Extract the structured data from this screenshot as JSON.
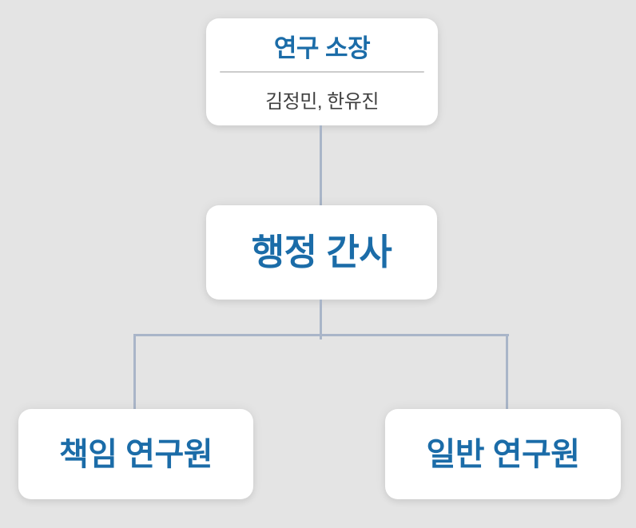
{
  "colors": {
    "background": "#e4e4e4",
    "box_bg": "#ffffff",
    "title_blue": "#1b6ca8",
    "connector": "#a9b5c8",
    "divider": "#cccccc",
    "subtext": "#3f3f3f"
  },
  "org_chart": {
    "director": {
      "title": "연구 소장",
      "members": "김정민, 한유진"
    },
    "secretary": {
      "title": "행정 간사"
    },
    "senior_researcher": {
      "title": "책임 연구원"
    },
    "general_researcher": {
      "title": "일반 연구원"
    }
  }
}
